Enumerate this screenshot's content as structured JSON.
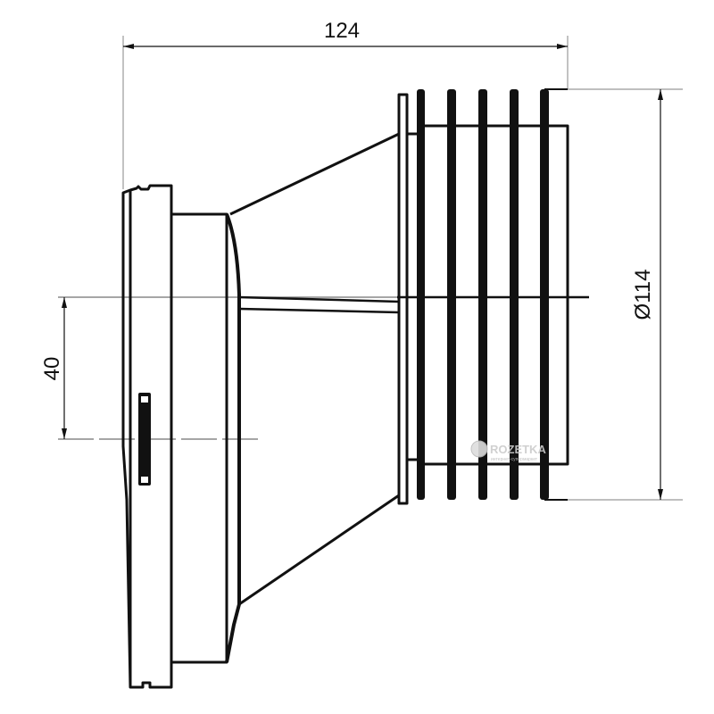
{
  "drawing": {
    "dimensions": {
      "overall_length": "124",
      "outlet_diameter": "Ø114",
      "offset": "40"
    },
    "watermark": {
      "brand": "ROZETKA",
      "tagline": "интернет-супермаркет"
    },
    "colors": {
      "line": "#111111",
      "centerline": "#888888",
      "background": "#ffffff"
    }
  }
}
